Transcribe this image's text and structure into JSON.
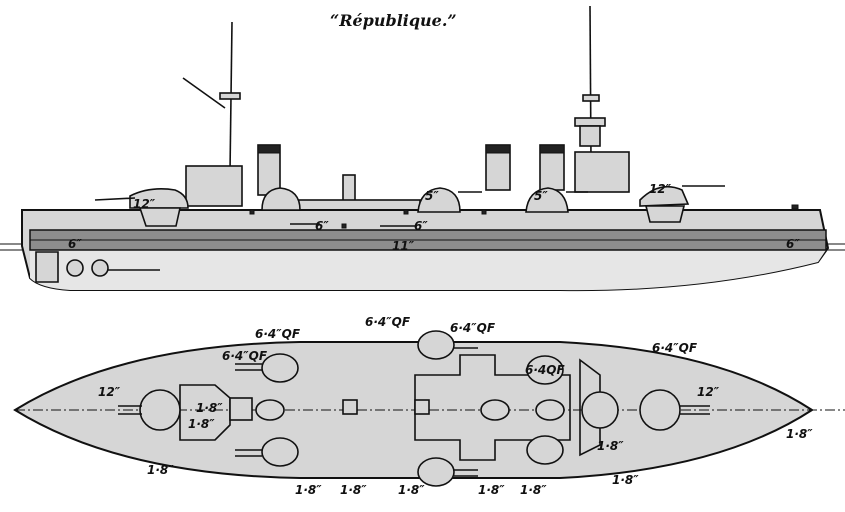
{
  "title": "“République.”",
  "profile_labels": {
    "turret_fore": "12″",
    "turret_aft": "12″",
    "turret_mid_a": "5″",
    "turret_mid_b": "5″",
    "casemate_a": "6″",
    "casemate_b": "6″",
    "belt_fore": "6″",
    "belt_mid": "11″",
    "belt_aft": "6″"
  },
  "plan_labels": {
    "qf_1": "6·4″QF",
    "qf_2": "6·4″QF",
    "qf_3": "6·4″QF",
    "qf_4": "6·4″QF",
    "qf_5": "6·4″QF",
    "qf_inner": "6·4QF",
    "gun_left": "12″",
    "gun_right": "12″",
    "deck_1": "1·8″",
    "deck_2": "1·8″",
    "deck_3": "1·8″",
    "deck_4": "1·8″",
    "deck_5": "1·8″",
    "deck_6": "1·8″",
    "deck_7": "1·8″",
    "deck_8": "1·8″",
    "deck_9": "1·8″",
    "deck_10": "1·8″",
    "deck_11": "1·8″"
  }
}
